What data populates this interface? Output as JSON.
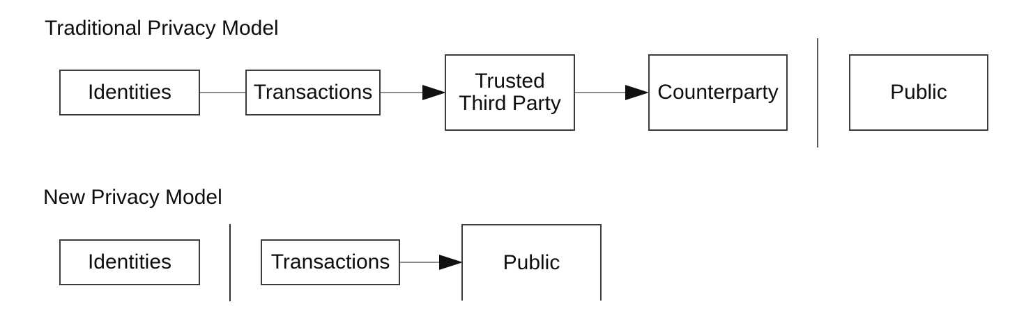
{
  "figure": {
    "traditional_model": {
      "title": "Traditional Privacy Model",
      "boxes": {
        "identities": "Identities",
        "transactions": "Transactions",
        "trusted_third_party": "Trusted Third Party",
        "counterparty": "Counterparty",
        "public": "Public"
      }
    },
    "new_model": {
      "title": "New Privacy Model",
      "boxes": {
        "identities": "Identities",
        "transactions": "Transactions",
        "public": "Public"
      }
    }
  },
  "colors": {
    "background": "#ffffff",
    "box_border": "#3c3c3c",
    "label_text": "#0d0d0d",
    "connector_line": "#8c8c8c",
    "arrowhead": "#101010",
    "divider_traditional": "#5a5a5a",
    "divider_new": "#303030"
  }
}
